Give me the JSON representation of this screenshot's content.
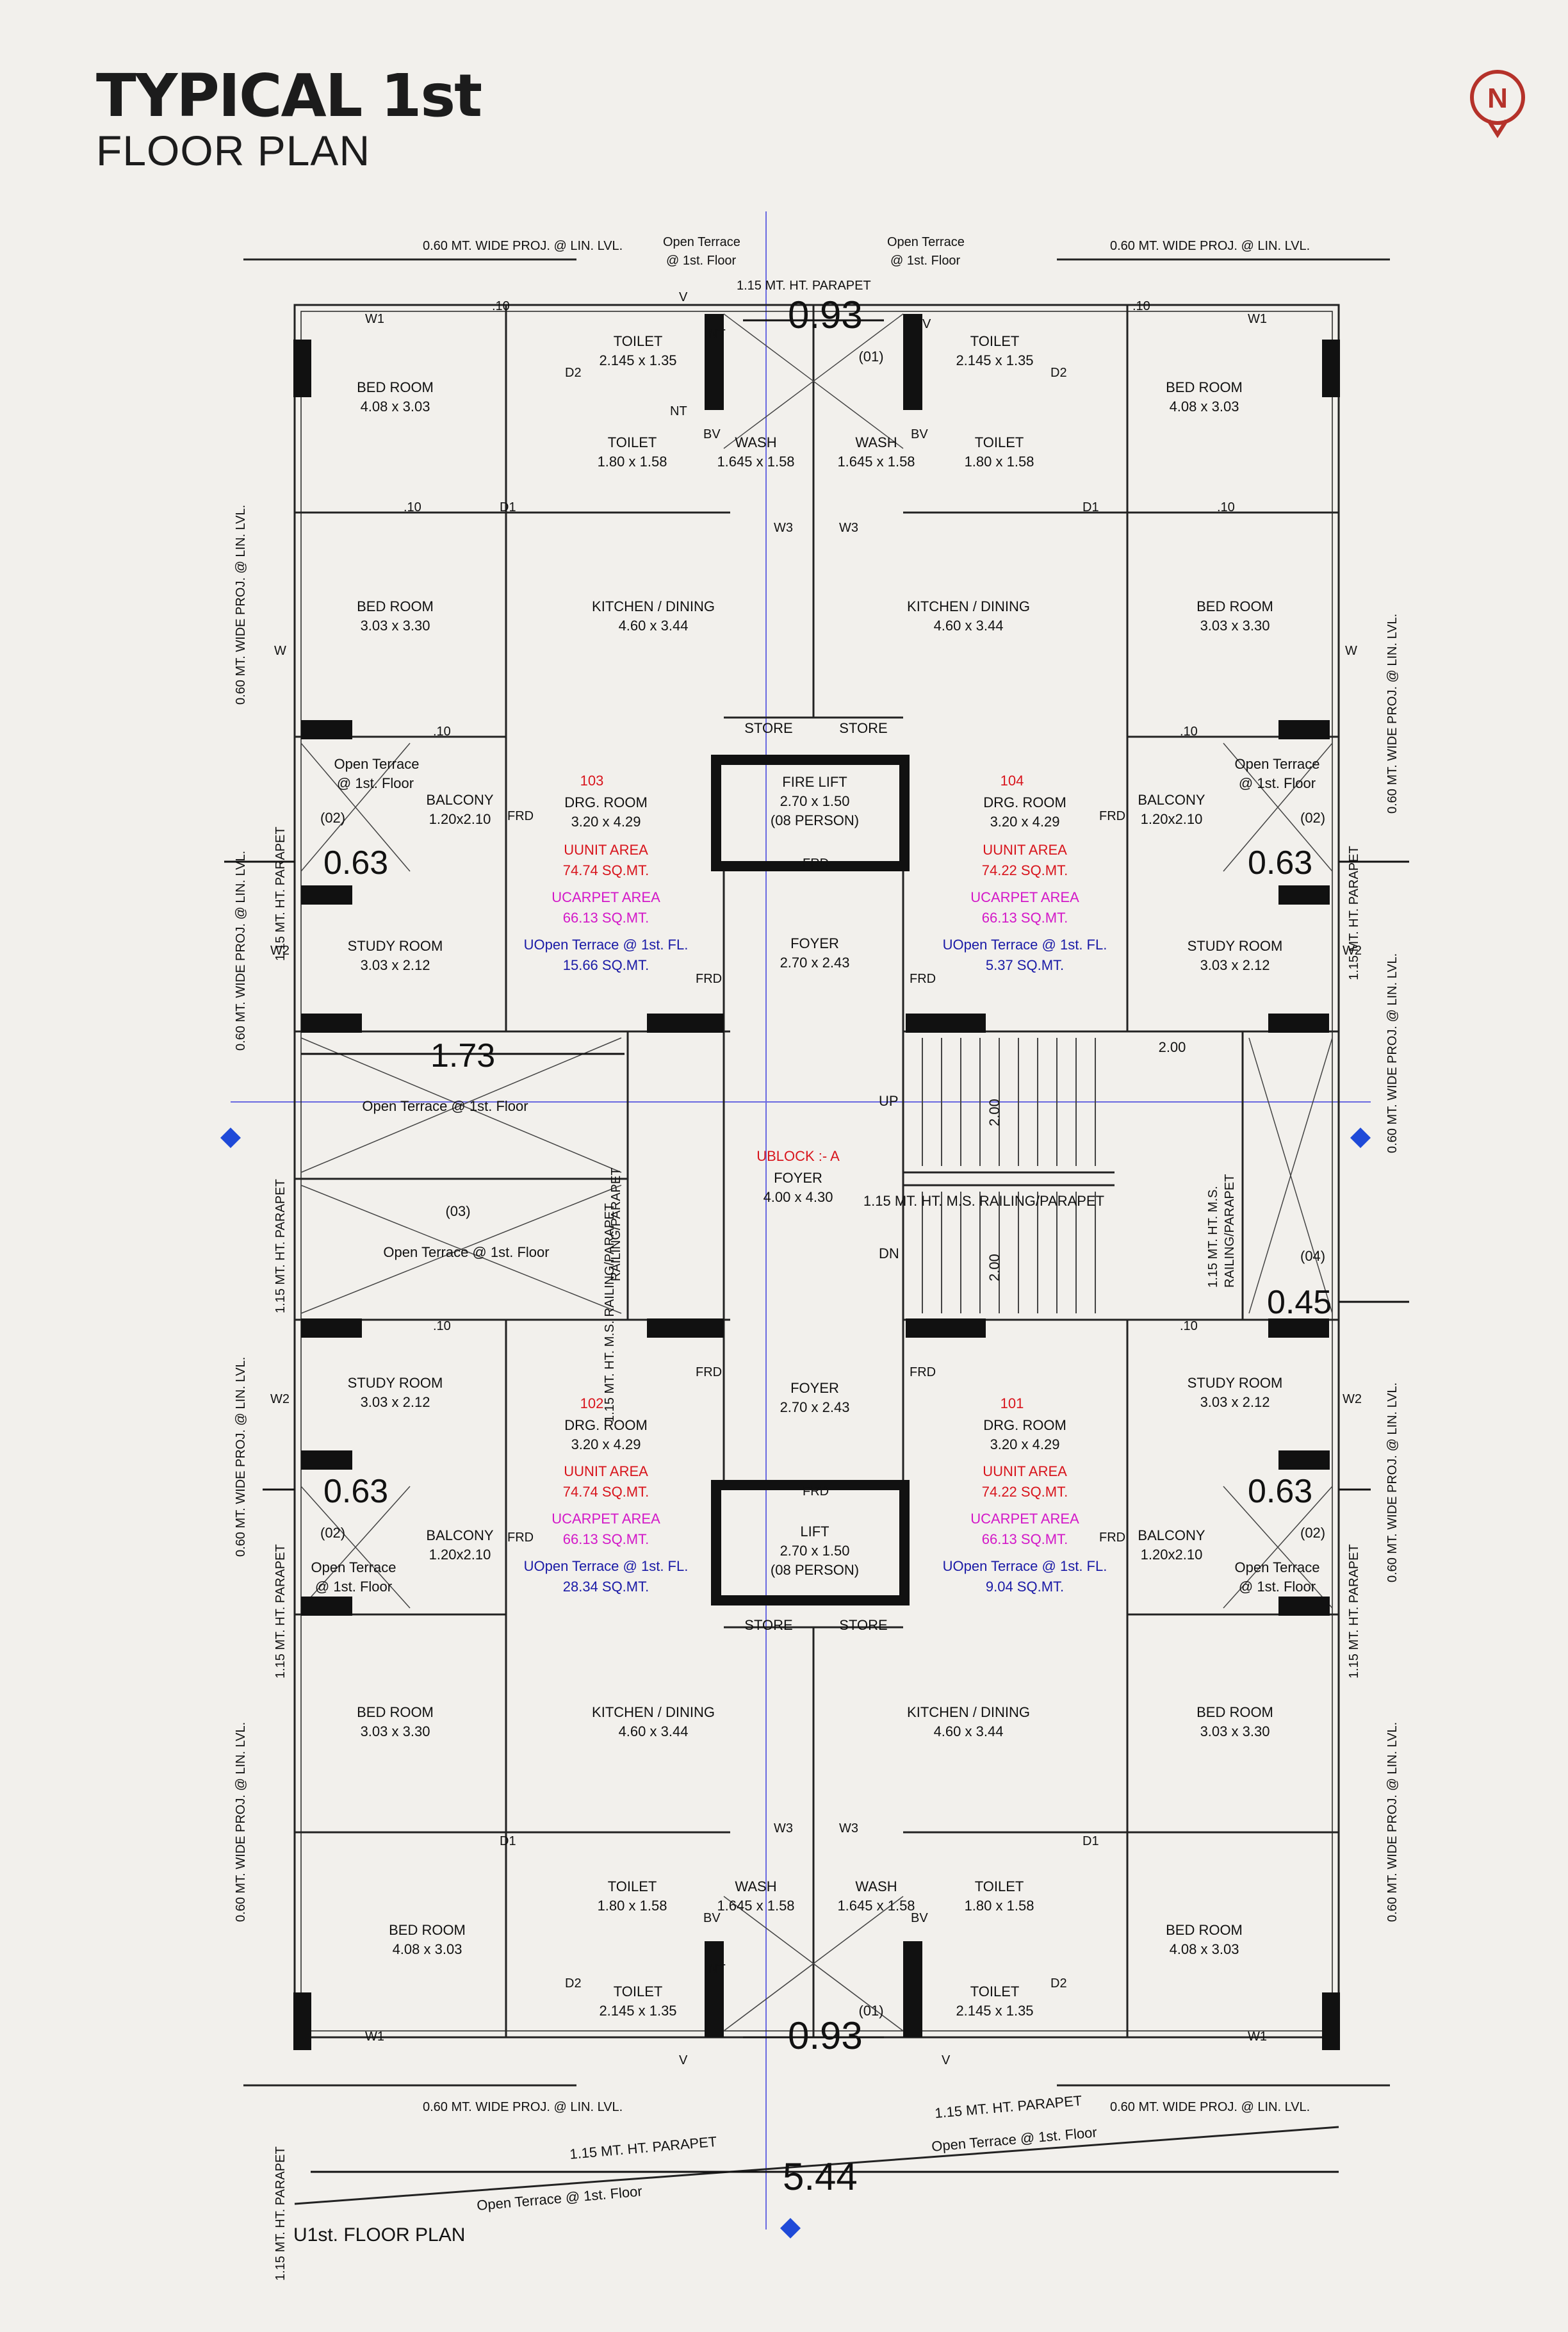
{
  "header": {
    "title_line1": "TYPICAL 1st",
    "title_line2": "FLOOR PLAN",
    "north_letter": "N"
  },
  "caption": "U1st. FLOOR PLAN",
  "block_label": "UBLOCK :- A",
  "foyer_main": {
    "name": "FOYER",
    "size": "4.00 x 4.30"
  },
  "foyer_top": {
    "name": "FOYER",
    "size": "2.70 x 2.43"
  },
  "foyer_bottom": {
    "name": "FOYER",
    "size": "2.70 x 2.43"
  },
  "fire_lift": {
    "name": "FIRE LIFT",
    "size": "2.70 x 1.50",
    "persons": "(08 PERSON)"
  },
  "lift": {
    "name": "LIFT",
    "size": "2.70 x 1.50",
    "persons": "(08 PERSON)"
  },
  "store": "STORE",
  "units": {
    "u103": {
      "no": "103",
      "drg": "DRG. ROOM",
      "drg_size": "3.20 x 4.29",
      "unit_area": "UUNIT AREA",
      "unit_val": "74.74 SQ.MT.",
      "carpet": "UCARPET AREA",
      "carpet_val": "66.13 SQ.MT.",
      "terrace": "UOpen Terrace @ 1st. FL.",
      "terrace_val": "15.66 SQ.MT."
    },
    "u104": {
      "no": "104",
      "drg": "DRG. ROOM",
      "drg_size": "3.20 x 4.29",
      "unit_area": "UUNIT AREA",
      "unit_val": "74.22 SQ.MT.",
      "carpet": "UCARPET AREA",
      "carpet_val": "66.13 SQ.MT.",
      "terrace": "UOpen Terrace @ 1st. FL.",
      "terrace_val": "5.37 SQ.MT."
    },
    "u102": {
      "no": "102",
      "drg": "DRG. ROOM",
      "drg_size": "3.20 x 4.29",
      "unit_area": "UUNIT AREA",
      "unit_val": "74.74 SQ.MT.",
      "carpet": "UCARPET AREA",
      "carpet_val": "66.13 SQ.MT.",
      "terrace": "UOpen Terrace @ 1st. FL.",
      "terrace_val": "28.34 SQ.MT."
    },
    "u101": {
      "no": "101",
      "drg": "DRG. ROOM",
      "drg_size": "3.20 x 4.29",
      "unit_area": "UUNIT AREA",
      "unit_val": "74.22 SQ.MT.",
      "carpet": "UCARPET AREA",
      "carpet_val": "66.13 SQ.MT.",
      "terrace": "UOpen Terrace @ 1st. FL.",
      "terrace_val": "9.04 SQ.MT."
    }
  },
  "rooms": {
    "bed_large": {
      "name": "BED ROOM",
      "size": "4.08 x 3.03"
    },
    "bed_small": {
      "name": "BED ROOM",
      "size": "3.03 x 3.30"
    },
    "kitchen": {
      "name": "KITCHEN / DINING",
      "size": "4.60 x 3.44"
    },
    "study": {
      "name": "STUDY ROOM",
      "size": "3.03 x 2.12"
    },
    "balcony": {
      "name": "BALCONY",
      "size": "1.20x2.10"
    },
    "toilet_a": {
      "name": "TOILET",
      "size": "2.145 x 1.35"
    },
    "toilet_b": {
      "name": "TOILET",
      "size": "1.80 x 1.58"
    },
    "wash": {
      "name": "WASH",
      "size": "1.645 x 1.58"
    }
  },
  "notes": {
    "proj": "0.60 MT. WIDE PROJ. @ LIN. LVL.",
    "parapet": "1.15 MT. HT. PARAPET",
    "open_terrace": "Open Terrace",
    "at_first": "@ 1st. Floor",
    "open_terrace_full": "Open Terrace @ 1st. Floor",
    "ms_railing": "1.15 MT. HT. M.S. RAILING/PARAPET",
    "ms_railing_v1": "1.15 MT. HT. M.S.",
    "ms_railing_v2": "RAILING/PARAPET",
    "up": "UP",
    "dn": "DN",
    "stair_run": "2.00",
    "landing": "2.00"
  },
  "dims": {
    "d093": "0.93",
    "d063": "0.63",
    "d173": "1.73",
    "d045": "0.45",
    "d544": "5.44"
  },
  "markers": {
    "m01": "(01)",
    "m02": "(02)",
    "m03": "(03)",
    "m04": "(04)"
  },
  "tags": {
    "w1": "W1",
    "w2": "W2",
    "w": "W",
    "w3": "W3",
    "d1": "D1",
    "d2": "D2",
    "v": "V",
    "nt": "NT",
    "bv": "BV",
    "frd": "FRD",
    "ten": ".10"
  },
  "colors": {
    "background": "#f2f0ec",
    "unit_number": "#d8141c",
    "unit_area": "#d8141c",
    "carpet_area": "#d318c8",
    "terrace_area": "#1a1aa6",
    "north_badge": "#b5322a",
    "grid_line": "#6a6ae0"
  }
}
